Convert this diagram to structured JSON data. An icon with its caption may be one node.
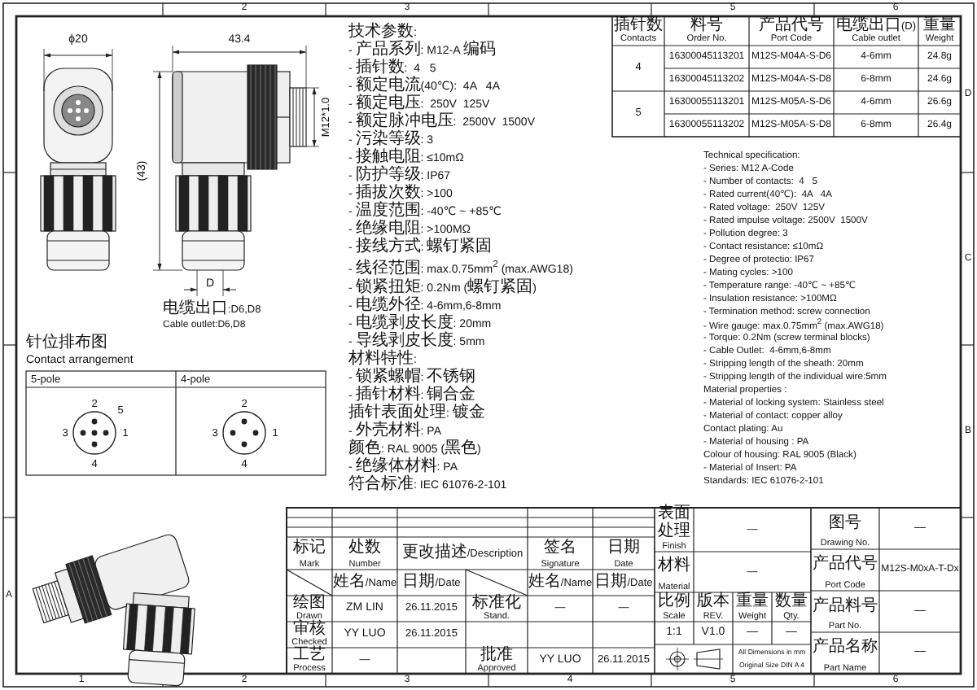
{
  "diagram": {
    "labels": [
      "2",
      "3",
      "5",
      "6",
      "1",
      "2",
      "3",
      "4",
      "5",
      "6",
      "D",
      "C",
      "B",
      "A",
      "插针数",
      "Contacts",
      "料号",
      "Order No.",
      "产品代号",
      "Port Code",
      "电缆出口(D)",
      "Cable outlet",
      "重量",
      "Weight",
      "4",
      "16300045113201",
      "M12S-M04A-S-D6",
      "4-6mm",
      "24.8g",
      "16300045113202",
      "M12S-M04A-S-D8",
      "6-8mm",
      "24.6g",
      "5",
      "16300055113201",
      "M12S-M05A-S-D6",
      "4-6mm",
      "26.6g",
      "16300055113202",
      "M12S-M05A-S-D8",
      "6-8mm",
      "26.4g",
      "ϕ20",
      "43.4",
      "(43)",
      "M12*1.0",
      "D",
      "电缆出口:D6,D8",
      "Cable outlet:D6,D8",
      "技术参数:",
      "- 产品系列: M12-A 编码",
      "- 插针数:  4   5",
      "- 额定电流(40℃):  4A   4A",
      "- 额定电压:  250V  125V",
      "- 额定脉冲电压:  2500V  1500V",
      "- 污染等级: 3",
      "- 接触电阻: ≤10mΩ",
      "- 防护等级: IP67",
      "- 插拔次数: >100",
      "- 温度范围: -40℃ ~ +85℃",
      "- 绝缘电阻: >100MΩ",
      "- 接线方式: 螺钉紧固",
      "- 线径范围: max.0.75mm$^{2}$ (max.AWG18)",
      "- 锁紧扭矩: 0.2Nm (螺钉紧固)",
      "- 电缆外径: 4-6mm,6-8mm",
      "- 电缆剥皮长度: 20mm",
      "- 导线剥皮长度: 5mm",
      "材料特性:",
      "- 锁紧螺帽: 不锈钢",
      "- 插针材料: 铜合金",
      "插针表面处理: 镀金",
      "- 外壳材料: PA",
      "颜色: RAL 9005 (黑色)",
      "- 绝缘体材料: PA",
      "符合标准: IEC 61076-2-101",
      "Technical specification:",
      "- Series: M12 A-Code",
      "- Number of contacts:  4   5",
      "- Rated current(40℃):  4A   4A",
      "- Rated voltage:  250V  125V",
      "- Rated impulse voltage: 2500V  1500V",
      "- Pollution degree: 3",
      "- Contact resistance: ≤10mΩ",
      "- Degree of protectio: IP67",
      "- Mating cycles: >100",
      "- Temperature range: -40℃ ~ +85℃",
      "- Insulation resistance: >100MΩ",
      "- Termination method: screw connection",
      "- Wire gauge: max.0.75mm$^{2}$ (max.AWG18)",
      "- Torque: 0.2Nm (screw terminal blocks)",
      "- Cable Outlet:  4-6mm,6-8mm",
      "- Stripping length of the sheath: 20mm",
      "- Stripping length of the individual wire:5mm",
      "Material properties :",
      "- Material of locking system: Stainless steel",
      "- Material of contact: copper alloy",
      "Contact plating: Au",
      "- Material of housing : PA",
      "Colour of housing: RAL 9005 (Black)",
      "- Material of Insert: PA",
      "Standards: IEC 61076-2-101",
      "针位排布图",
      "Contact arrangement",
      "5-pole",
      "4-pole",
      "2",
      "3",
      "1",
      "5",
      "4",
      "2",
      "3",
      "1",
      "4",
      "标记",
      "Mark",
      "处数",
      "Number",
      "更改描述/Description",
      "签名",
      "Signature",
      "日期",
      "Date",
      "姓名/Name",
      "日期/Date",
      "姓名/Name",
      "日期/Date",
      "绘图",
      "Drawn",
      "ZM LIN",
      "26.11.2015",
      "标准化",
      "Stand.",
      "—",
      "—",
      "审核",
      "Checked",
      "YY LUO",
      "26.11.2015",
      "工艺",
      "Process",
      "—",
      "批准",
      "Approved",
      "YY LUO",
      "26.11.2015",
      "表面处理",
      "Finish",
      "—",
      "材料",
      "Material",
      "—",
      "比例",
      "Scale",
      "版本",
      "REV.",
      "重量",
      "Weight",
      "数量",
      "Qty.",
      "1:1",
      "V1.0",
      "—",
      "—",
      "All Dimensions in mm",
      "Original Size DIN A 4",
      "图号",
      "Drawing No.",
      "—",
      "产品代号",
      "Port Code",
      "M12S-M0xA-T-Dx",
      "产品料号",
      "Part No.",
      "—",
      "产品名称",
      "Part Name",
      "—"
    ]
  }
}
